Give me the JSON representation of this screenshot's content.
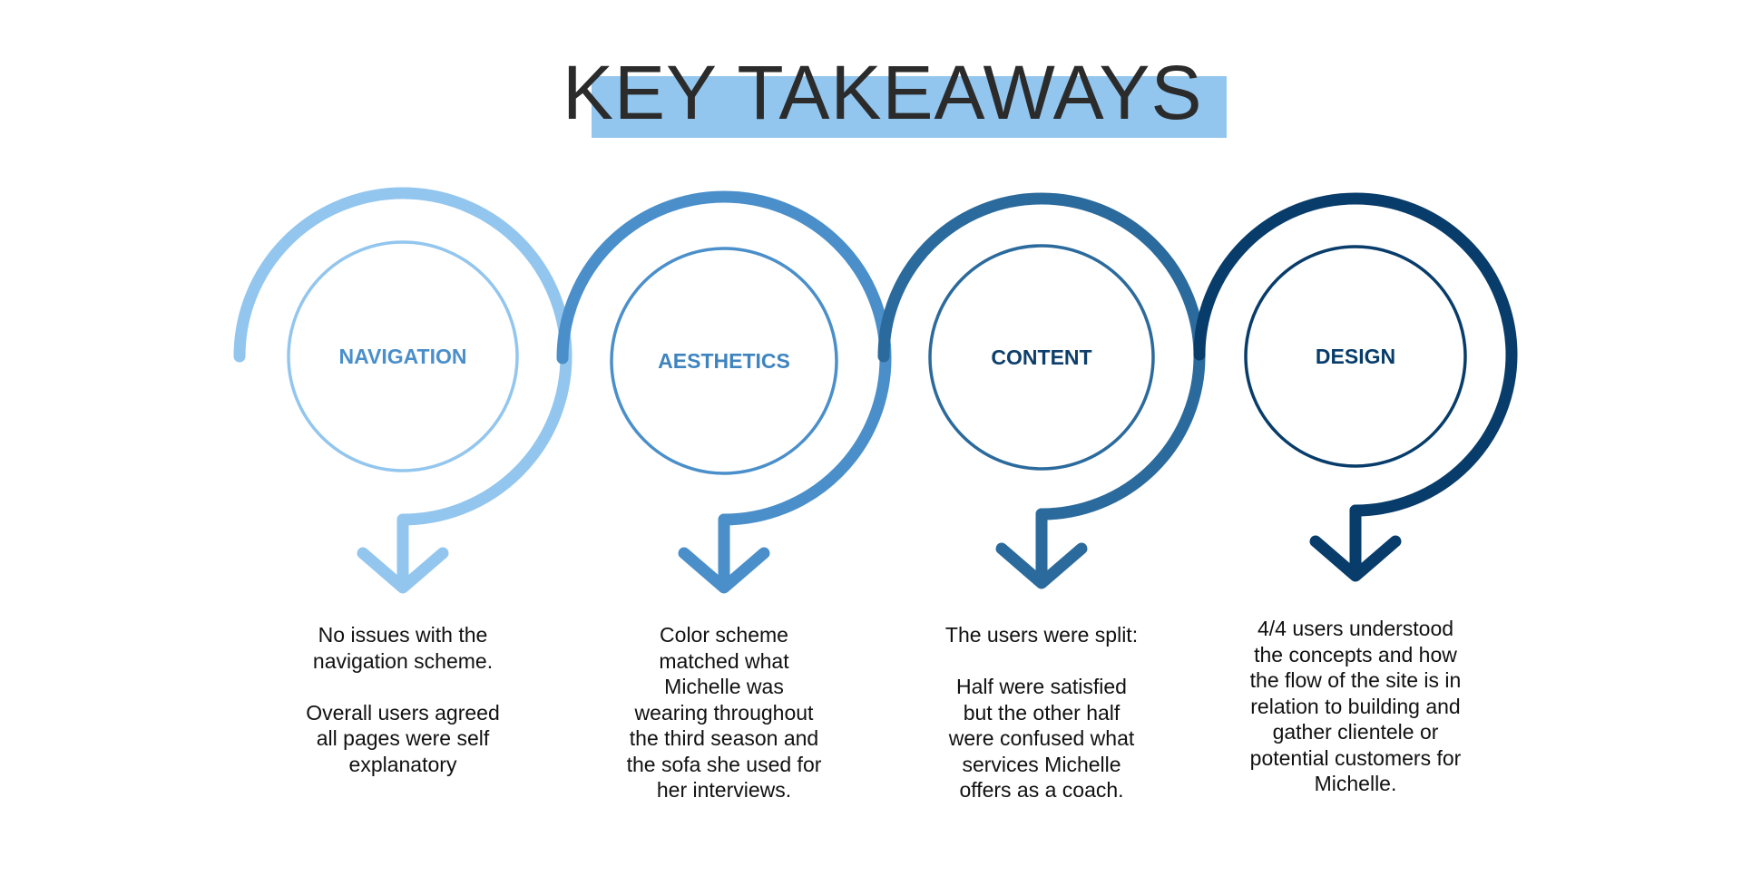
{
  "title": "KEY TAKEAWAYS",
  "colors": {
    "title_bar": "#93c6ee",
    "step_1": "#93c6ee",
    "step_2": "#4a8fca",
    "step_3": "#2b6a9c",
    "step_4": "#083c6a"
  },
  "steps": [
    {
      "label": "NAVIGATION",
      "description": "No issues with the\nnavigation scheme.\n\nOverall users agreed\nall pages were self\nexplanatory"
    },
    {
      "label": "AESTHETICS",
      "description": "Color scheme\nmatched what\nMichelle was\nwearing throughout\nthe third season and\nthe sofa she used for\nher interviews."
    },
    {
      "label": "CONTENT",
      "description": "The users were split:\n\nHalf were satisfied\nbut the other half\nwere confused what\nservices Michelle\noffers as a coach."
    },
    {
      "label": "DESIGN",
      "description": "4/4 users understood\nthe concepts and how\nthe flow of the site is in\nrelation to building and\ngather clientele or\npotential customers for\nMichelle."
    }
  ]
}
